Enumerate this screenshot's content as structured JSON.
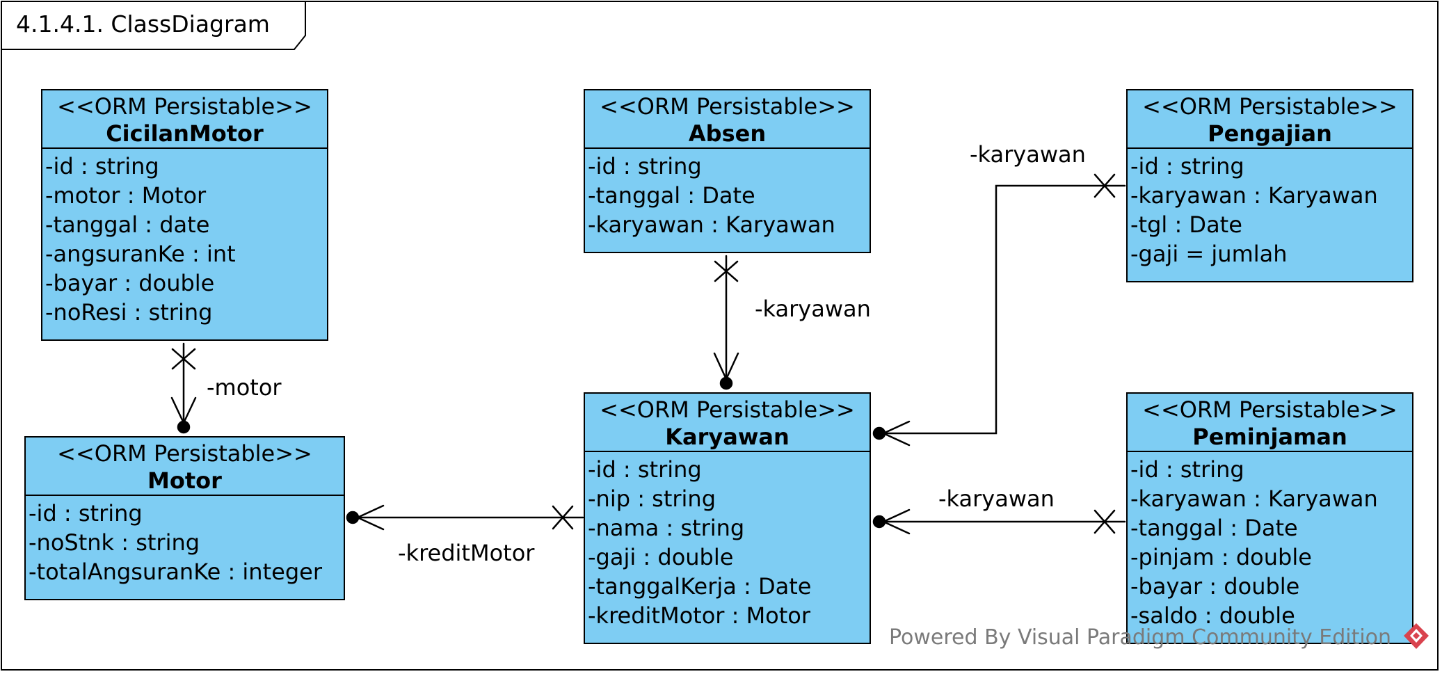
{
  "frame": {
    "title": "4.1.4.1. ClassDiagram"
  },
  "colors": {
    "class_fill": "#7ecdf3",
    "line": "#000000",
    "watermark": "#7a7a7a",
    "logo": "#d9434e"
  },
  "classes": [
    {
      "stereotype": "<<ORM Persistable>>",
      "name": "CicilanMotor",
      "attributes": [
        "-id : string",
        "-motor : Motor",
        "-tanggal : date",
        "-angsuranKe : int",
        "-bayar : double",
        "-noResi : string"
      ]
    },
    {
      "stereotype": "<<ORM Persistable>>",
      "name": "Absen",
      "attributes": [
        "-id : string",
        "-tanggal : Date",
        "-karyawan : Karyawan"
      ]
    },
    {
      "stereotype": "<<ORM Persistable>>",
      "name": "Pengajian",
      "attributes": [
        "-id : string",
        "-karyawan : Karyawan",
        "-tgl : Date",
        "-gaji = jumlah"
      ]
    },
    {
      "stereotype": "<<ORM Persistable>>",
      "name": "Motor",
      "attributes": [
        "-id : string",
        "-noStnk : string",
        "-totalAngsuranKe : integer"
      ]
    },
    {
      "stereotype": "<<ORM Persistable>>",
      "name": "Karyawan",
      "attributes": [
        "-id : string",
        "-nip : string",
        "-nama : string",
        "-gaji : double",
        "-tanggalKerja : Date",
        "-kreditMotor : Motor"
      ]
    },
    {
      "stereotype": "<<ORM Persistable>>",
      "name": "Peminjaman",
      "attributes": [
        "-id : string",
        "-karyawan : Karyawan",
        "-tanggal : Date",
        "-pinjam : double",
        "-bayar : double",
        "-saldo : double"
      ]
    }
  ],
  "associations": [
    {
      "from": "CicilanMotor",
      "to": "Motor",
      "role": "-motor"
    },
    {
      "from": "Absen",
      "to": "Karyawan",
      "role": "-karyawan"
    },
    {
      "from": "Pengajian",
      "to": "Karyawan",
      "role": "-karyawan"
    },
    {
      "from": "Peminjaman",
      "to": "Karyawan",
      "role": "-karyawan"
    },
    {
      "from": "Karyawan",
      "to": "Motor",
      "role": "-kreditMotor"
    }
  ],
  "watermark": "Powered By Visual Paradigm Community Edition"
}
